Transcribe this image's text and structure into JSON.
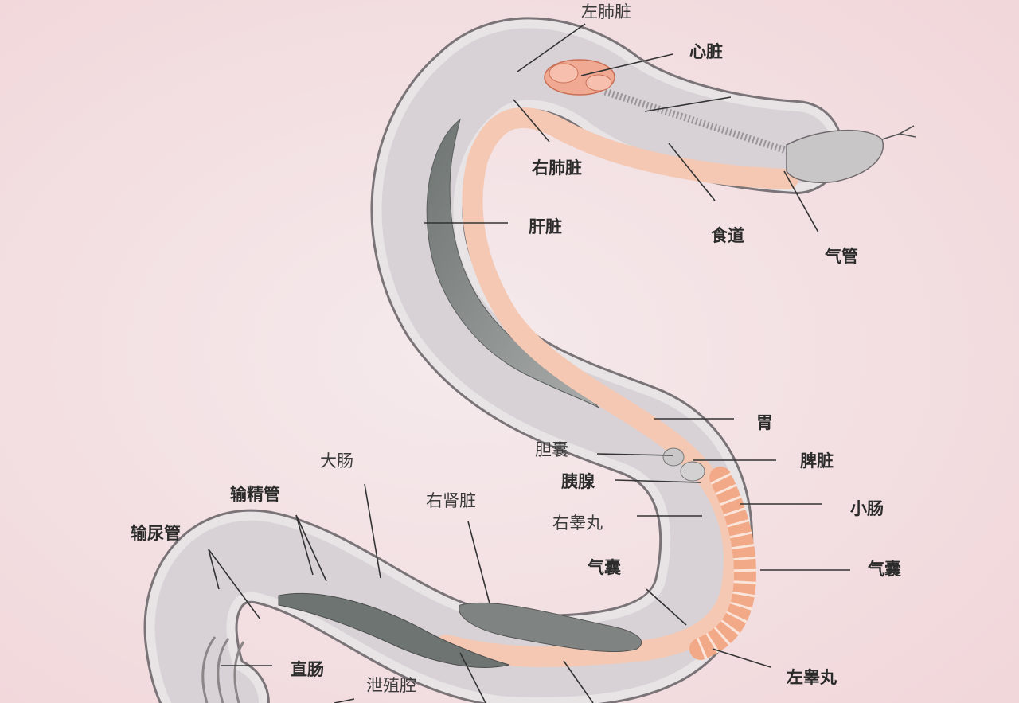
{
  "diagram": {
    "labels": {
      "left_lung": "左肺脏",
      "heart": "心脏",
      "right_lung": "右肺脏",
      "liver": "肝脏",
      "esophagus": "食道",
      "trachea": "气管",
      "stomach": "胃",
      "gallbladder": "胆囊",
      "spleen": "脾脏",
      "pancreas": "胰腺",
      "small_intestine": "小肠",
      "right_testis": "右睾丸",
      "air_sac_left": "气囊",
      "air_sac_right": "气囊",
      "large_intestine": "大肠",
      "vas_deferens": "输精管",
      "right_kidney": "右肾脏",
      "ureter": "输尿管",
      "rectum": "直肠",
      "cloaca": "泄殖腔",
      "left_testis": "左睾丸"
    },
    "colors": {
      "background_top": "#f1d6d9",
      "background_center": "#f5eaec",
      "body_fill": "#e8e4e6",
      "body_outline": "#7a7478",
      "gut_fill": "#f5c8b3",
      "gut_dark": "#f2a987",
      "liver_fill": "#8d9190",
      "heart_fill": "#f0a992",
      "head_fill": "#c9c6c8",
      "label_text": "#2b2b2b"
    }
  }
}
